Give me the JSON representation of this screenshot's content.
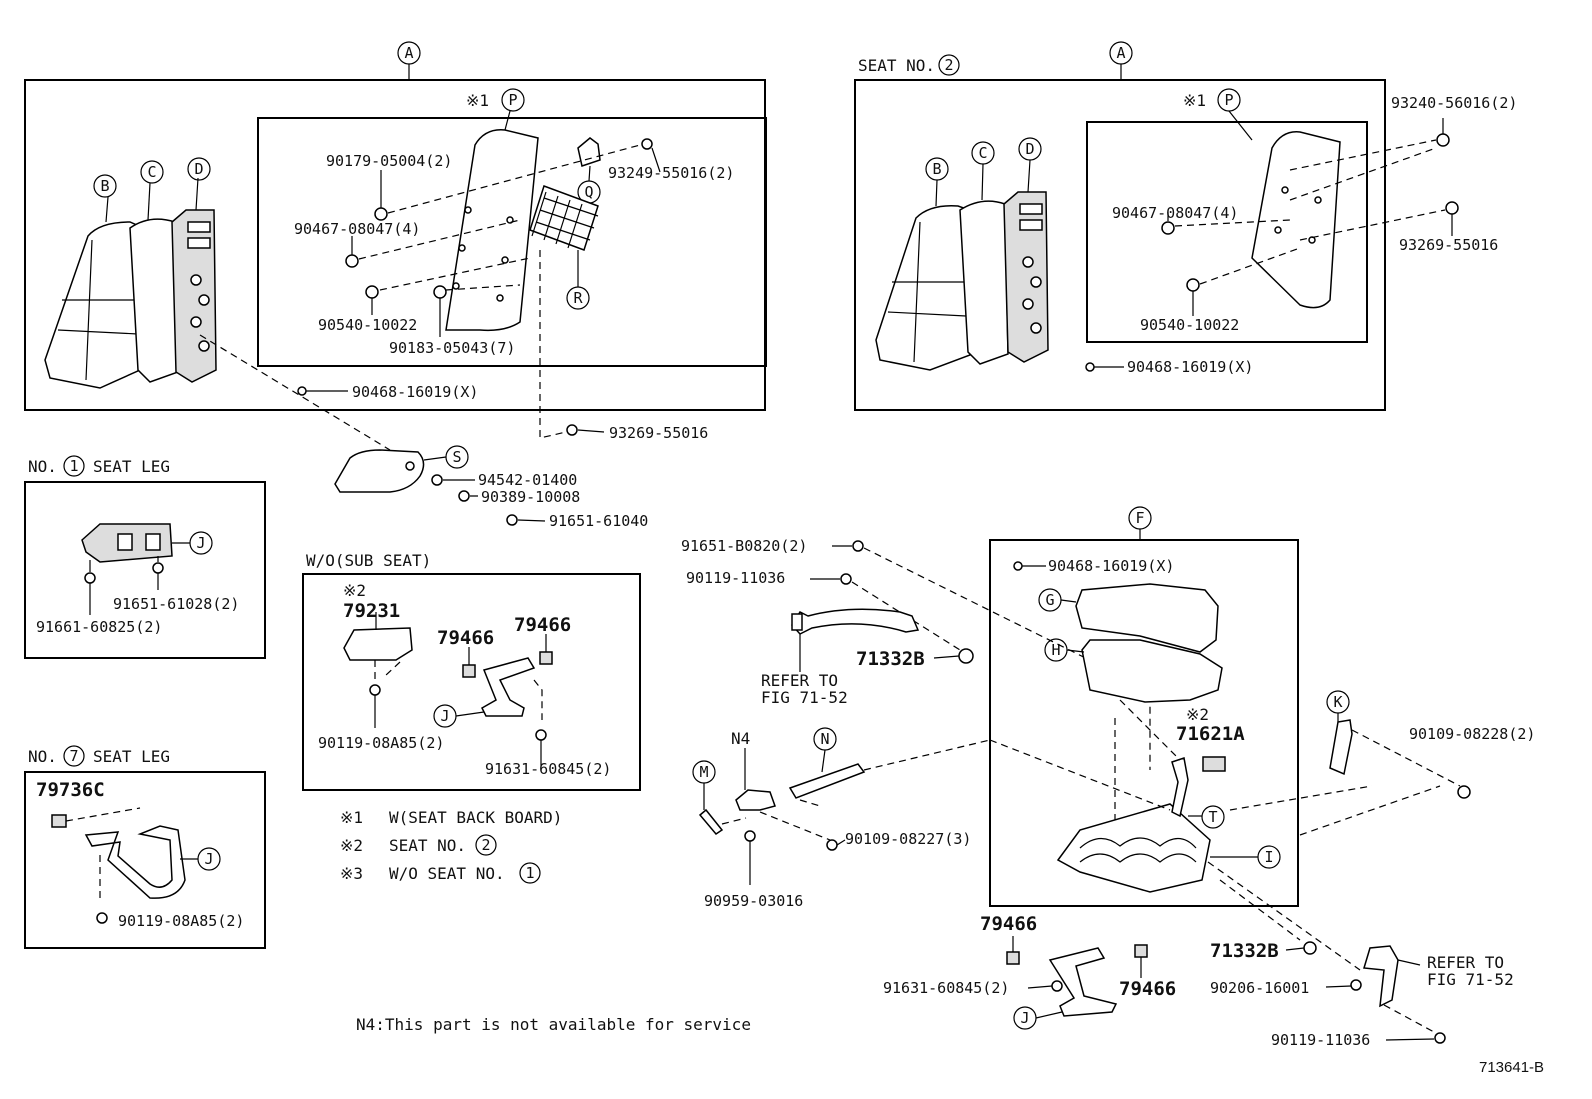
{
  "panels": {
    "seat_no1_header": "",
    "seat_no2_header": "SEAT NO.",
    "seat_no2_header_num": "2",
    "leg1_header": "NO.",
    "leg1_num": "1",
    "leg1_suffix": "SEAT LEG",
    "leg7_header": "NO.",
    "leg7_num": "7",
    "leg7_suffix": "SEAT LEG",
    "sub_seat_header": "W/O(SUB SEAT)"
  },
  "callouts": {
    "A": "A",
    "B": "B",
    "C": "C",
    "D": "D",
    "F": "F",
    "G": "G",
    "H": "H",
    "I": "I",
    "J": "J",
    "K": "K",
    "M": "M",
    "N": "N",
    "P": "P",
    "Q": "Q",
    "R": "R",
    "S": "S",
    "T": "T"
  },
  "marks": {
    "x1": "※1",
    "x2": "※2"
  },
  "parts": {
    "p90179_05004": "90179-05004(2)",
    "p93249_55016": "93249-55016(2)",
    "p90467_08047_a": "90467-08047(4)",
    "p90540_10022_a": "90540-10022",
    "p90183_05043": "90183-05043(7)",
    "p90468_16019_a": "90468-16019(X)",
    "p93269_55016_a": "93269-55016",
    "p93240_56016": "93240-56016(2)",
    "p90467_08047_b": "90467-08047(4)",
    "p93269_55016_b": "93269-55016",
    "p90540_10022_b": "90540-10022",
    "p90468_16019_b": "90468-16019(X)",
    "p94542_01400": "94542-01400",
    "p90389_10008": "90389-10008",
    "p91651_61040": "91651-61040",
    "p91651_61028": "91651-61028(2)",
    "p91661_60825": "91661-60825(2)",
    "p79231": "79231",
    "p79466_a": "79466",
    "p79466_b": "79466",
    "p90119_08A85_a": "90119-08A85(2)",
    "p91631_60845_a": "91631-60845(2)",
    "p79736C": "79736C",
    "p90119_08A85_b": "90119-08A85(2)",
    "p91651_B0820": "91651-B0820(2)",
    "p90119_11036_a": "90119-11036",
    "p71332B_a": "71332B",
    "refer_a1": "REFER TO",
    "refer_a2": "FIG 71-52",
    "n4": "N4",
    "p90109_08227": "90109-08227(3)",
    "p90959_03016": "90959-03016",
    "p90468_16019_c": "90468-16019(X)",
    "p71621A": "71621A",
    "p90109_08228": "90109-08228(2)",
    "p79466_c": "79466",
    "p91631_60845_b": "91631-60845(2)",
    "p79466_d": "79466",
    "p71332B_b": "71332B",
    "p90206_16001": "90206-16001",
    "refer_b1": "REFER TO",
    "refer_b2": "FIG 71-52",
    "p90119_11036_b": "90119-11036"
  },
  "notes": {
    "n1_mark": "※1",
    "n1_text": "W(SEAT BACK BOARD)",
    "n2_mark": "※2",
    "n2_text": "SEAT NO.",
    "n2_num": "2",
    "n3_mark": "※3",
    "n3_text": "W/O SEAT NO.",
    "n3_num": "1",
    "n4_note": "N4:This part is not available for service"
  },
  "figure_id": "713641-B"
}
